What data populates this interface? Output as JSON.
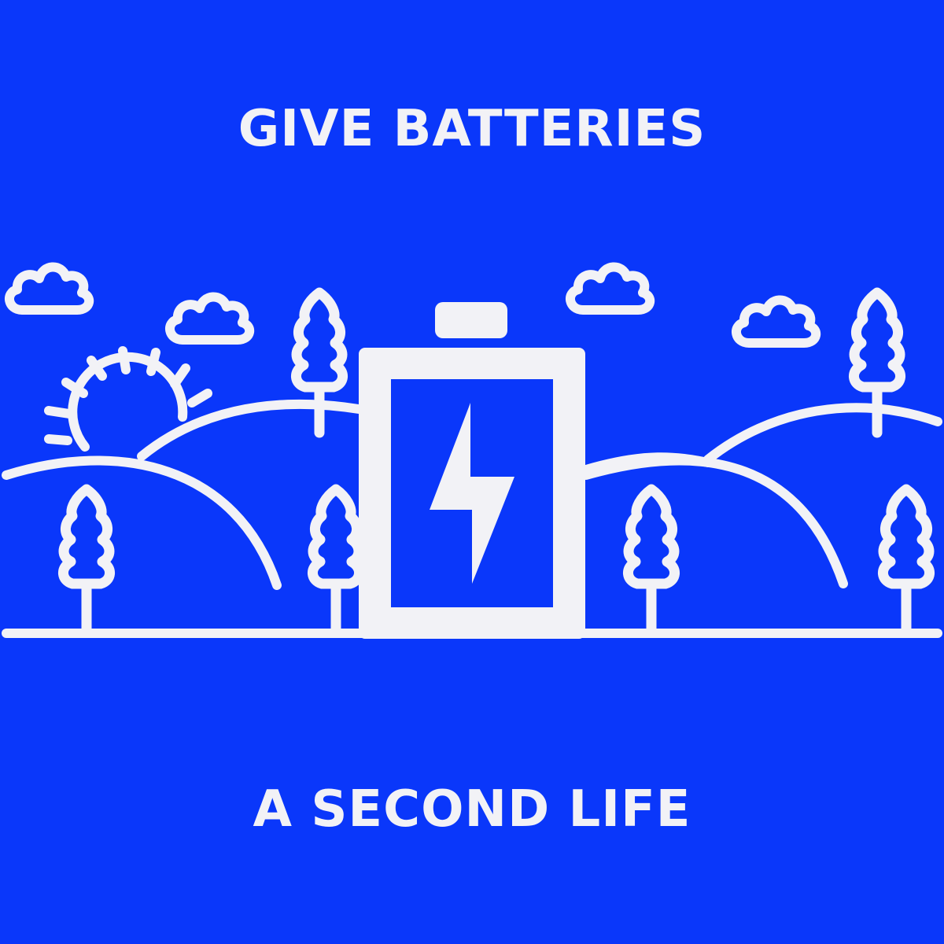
{
  "poster": {
    "headline_top": "GIVE BATTERIES",
    "headline_bottom": "A SECOND LIFE"
  },
  "colors": {
    "background": "#0a37fa",
    "line_art": "#f2f2f6"
  },
  "illustration": {
    "icons": [
      "battery-icon",
      "lightning-bolt-icon",
      "sun-icon",
      "cloud-icon",
      "tree-icon",
      "hill-icon",
      "ground-line"
    ]
  }
}
